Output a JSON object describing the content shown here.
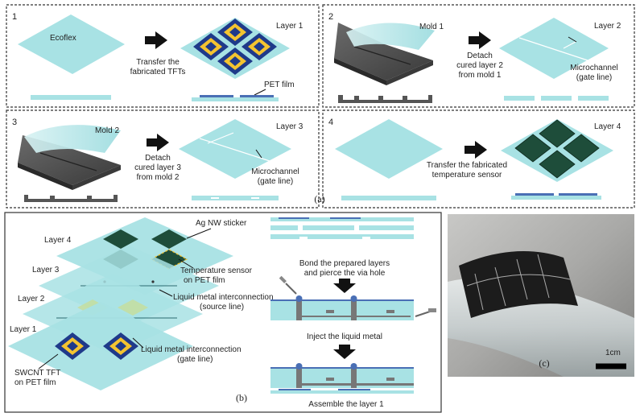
{
  "panel_a": {
    "step1": {
      "num": "1",
      "ecoflex": "Ecoflex",
      "arrow_l1": "Transfer the",
      "arrow_l2": "fabricated TFTs",
      "layer": "Layer 1",
      "pet": "PET film"
    },
    "step2": {
      "num": "2",
      "mold": "Mold 1",
      "arrow_l1": "Detach",
      "arrow_l2": "cured layer 2",
      "arrow_l3": "from mold 1",
      "layer": "Layer 2",
      "mc_l1": "Microchannel",
      "mc_l2": "(gate line)"
    },
    "step3": {
      "num": "3",
      "mold": "Mold 2",
      "arrow_l1": "Detach",
      "arrow_l2": "cured layer 3",
      "arrow_l3": "from mold 2",
      "layer": "Layer 3",
      "mc_l1": "Microchannel",
      "mc_l2": "(gate line)"
    },
    "step4": {
      "num": "4",
      "arrow_l1": "Transfer the fabricated",
      "arrow_l2": "temperature sensor",
      "layer": "Layer 4"
    },
    "caption": "(a)"
  },
  "panel_b": {
    "layer4": "Layer 4",
    "layer3": "Layer 3",
    "layer2": "Layer 2",
    "layer1": "Layer 1",
    "sticker": "Ag NW sticker",
    "sensor_l1": "Temperature sensor",
    "sensor_l2": "on PET film",
    "source_l1": "Liquid metal interconnection",
    "source_l2": "(source line)",
    "gate_l1": "Liquid metal interconnection",
    "gate_l2": "(gate line)",
    "tft_l1": "SWCNT TFT",
    "tft_l2": "on PET film",
    "bond_l1": "Bond the prepared layers",
    "bond_l2": "and pierce the via hole",
    "inject": "Inject the liquid metal",
    "assemble": "Assemble the layer 1",
    "caption": "(b)"
  },
  "panel_c": {
    "scale": "1cm",
    "caption": "(c)"
  },
  "colors": {
    "ecoflex": "#a8e2e4",
    "ecoflex_side": "#7fcfd2",
    "pet_blue": "#4a6fb5",
    "tft_navy": "#1f3a8a",
    "tft_gold": "#f4c430",
    "sensor_green": "#1e4d3a",
    "mold_gray": "#4a4a4a"
  }
}
